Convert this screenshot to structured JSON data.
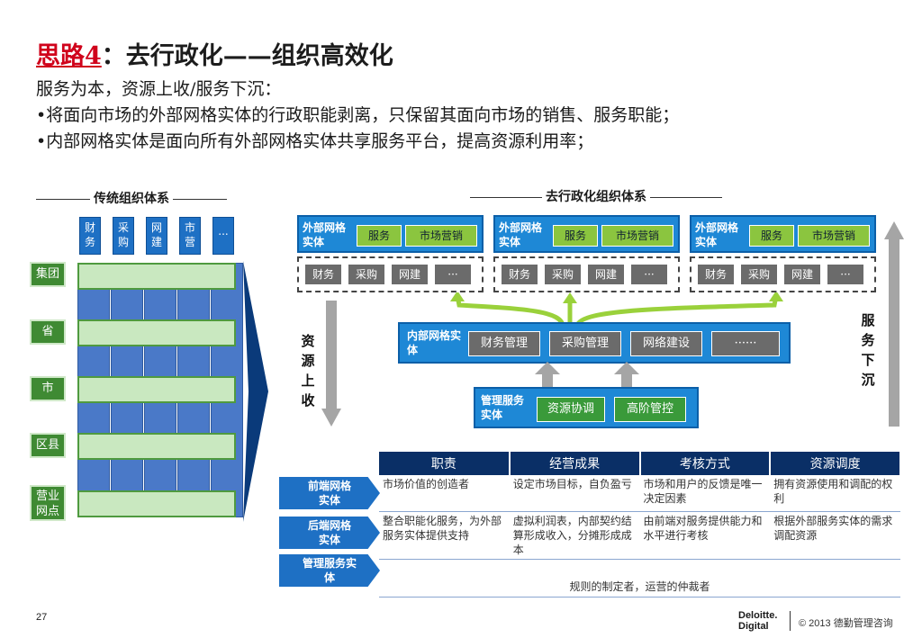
{
  "title": {
    "prefix": "思路4",
    "rest": "：去行政化——组织高效化"
  },
  "intro": "服务为本，资源上收/服务下沉：",
  "bullets": [
    "•将面向市场的外部网格实体的行政职能剥离，只保留其面向市场的销售、服务职能；",
    "•内部网格实体是面向所有外部网格实体共享服务平台，提高资源利用率；"
  ],
  "left_section": {
    "label": "传统组织体系",
    "columns": [
      "财务",
      "采购",
      "网建",
      "市营",
      "..."
    ],
    "rows": [
      "集团",
      "省",
      "市",
      "区县",
      "营业网点"
    ]
  },
  "right_section": {
    "label": "去行政化组织体系",
    "outer_unit_label": "外部网格实体",
    "outer_green": [
      "服务",
      "市场营销"
    ],
    "outer_grey": [
      "财务",
      "采购",
      "网建",
      "···"
    ],
    "inner_unit_label": "内部网格实体",
    "inner_items": [
      "财务管理",
      "采购管理",
      "网络建设",
      "······"
    ],
    "mgmt_unit_label": "管理服务实体",
    "mgmt_items": [
      "资源协调",
      "高阶管控"
    ],
    "left_arrow_text": "资源上收",
    "right_arrow_text": "服务下沉"
  },
  "table": {
    "headers": [
      "职责",
      "经营成果",
      "考核方式",
      "资源调度"
    ],
    "row_labels": [
      "前端网格实体",
      "后端网格实体",
      "管理服务实体"
    ],
    "rows": [
      [
        "市场价值的创造者",
        "设定市场目标，自负盈亏",
        "市场和用户的反馈是唯一决定因素",
        "拥有资源使用和调配的权利"
      ],
      [
        "整合职能化服务，为外部服务实体提供支持",
        "虚拟利润表，内部契约结算形成收入，分摊形成成本",
        "由前端对服务提供能力和水平进行考核",
        "根据外部服务实体的需求调配资源"
      ]
    ],
    "merged_row": "规则的制定者，运营的仲裁者"
  },
  "footer": {
    "page": "27",
    "brand_line1": "Deloitte.",
    "brand_line2": "Digital",
    "copyright": "© 2013 德勤管理咨询"
  },
  "colors": {
    "title_accent": "#d0021b",
    "blue": "#1e88d6",
    "dark_blue": "#0a2f66",
    "green": "#3f8a33",
    "lime": "#8bc53f",
    "grey": "#6b6b6b"
  }
}
